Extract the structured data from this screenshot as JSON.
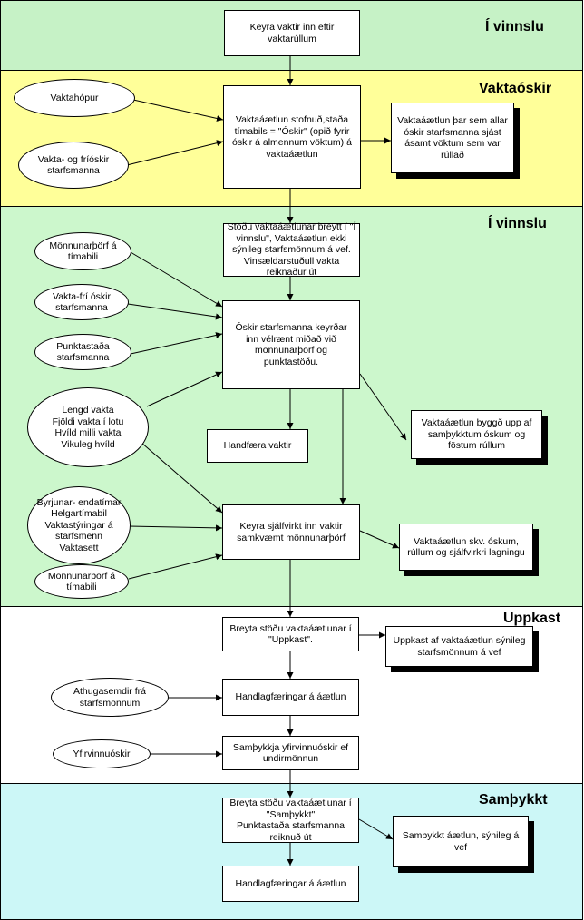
{
  "lanes": [
    {
      "title": "Í vinnslu",
      "color": "#c6f2c6"
    },
    {
      "title": "Vaktaóskir",
      "color": "#ffff99"
    },
    {
      "title": "Í vinnslu",
      "color": "#ccf7cc"
    },
    {
      "title": "Uppkast",
      "color": "#ffffff"
    },
    {
      "title": "Samþykkt",
      "color": "#ccf7f7"
    }
  ],
  "boxes": {
    "keyra_vaktir": "Keyra vaktir inn eftir vaktarúllum",
    "stofnud": "Vaktaáætlun stofnuð,staða tímabils = \"Óskir\" (opið fyrir óskir á almennum vöktum) á vaktaáætlun",
    "oskir_result": "Vaktaáætlun þar sem allar óskir starfsmanna sjást ásamt vöktum sem var rúllað",
    "stodu_breytt": "Stöðu vaktaáætlunar breytt í \"Í vinnslu\", Vaktaáætlun ekki sýnileg  starfsmönnum á vef. Vinsældarstuðull vakta reiknaður út",
    "oskir_keyrdar": "Óskir starfsmanna keyrðar inn vélrænt miðað við mönnunarþörf og punktastöðu.",
    "handfaera": "Handfæra vaktir",
    "byggd_upp": "Vaktaáætlun byggð upp af samþykktum óskum og föstum rúllum",
    "keyra_sjalfvirkt": "Keyra sjálfvirkt inn vaktir samkvæmt mönnunarþörf",
    "skv_oskum": "Vaktaáætlun skv. óskum, rúllum og sjálfvirkri lagningu",
    "breyta_uppkast": "Breyta stöðu vaktaáætlunar í \"Uppkast\".",
    "uppkast_synilegt": "Uppkast af vaktaáætlun sýnileg starfsmönnum á vef",
    "handlag1": "Handlagfæringar á áætlun",
    "samthykkja_yfirvinnu": "Samþykkja yfirvinnuóskir ef undirmönnun",
    "breyta_samthykkt": "Breyta stöðu vaktaáætlunar í \"Samþykkt\"\nPunktastaða starfsmanna reiknuð út",
    "samthykkt_aaetlun": "Samþykkt áætlun, sýnileg á vef",
    "handlag2": "Handlagfæringar á áætlun"
  },
  "ellipses": {
    "vaktahopur": "Vaktahópur",
    "vakta_friooskir": "Vakta- og fríóskir starfsmanna",
    "monnunarthorf1": "Mönnunarþörf á tímabili",
    "vakta_fri_oskir": "Vakta-frí óskir starfsmanna",
    "punktastada": "Punktastaða starfsmanna",
    "lengd_vakta": "Lengd vakta\nFjöldi vakta í lotu\nHvíld milli vakta\nVikuleg hvíld",
    "byrjunar": "Byrjunar- endatímar\nHelgartímabil\nVaktastýringar á starfsmenn\nVaktasett",
    "monnunarthorf2": "Mönnunarþörf á tímabili",
    "athugasemdir": "Athugasemdir frá starfsmönnum",
    "yfirvinnuoskir": "Yfirvinnuóskir"
  }
}
